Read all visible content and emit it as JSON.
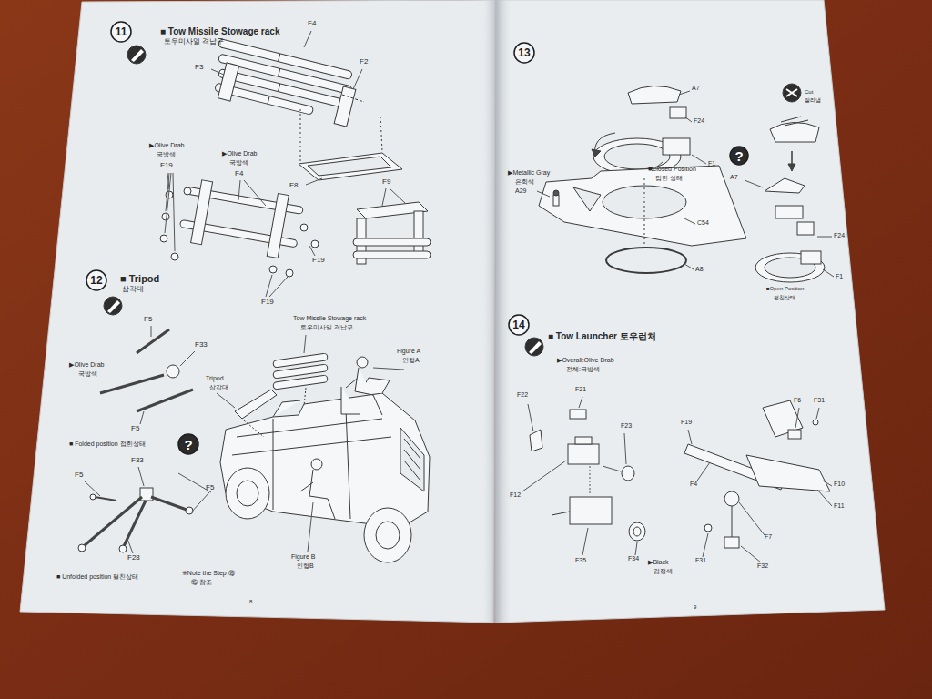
{
  "diagram": {
    "nodes": [
      {
        "text": [
          "11"
        ]
      },
      {
        "text": [
          "12"
        ]
      },
      {
        "text": [
          "?"
        ]
      },
      {
        "text": [
          "13"
        ]
      },
      {
        "text": [
          "?"
        ]
      },
      {
        "text": [
          "14"
        ]
      }
    ],
    "labels": [
      "■ Tow Missile Stowage rack",
      "토우미사일 격납구",
      "F4",
      "F3",
      "F2",
      "F8",
      "▶Olive Drab",
      "국방색",
      "F19",
      "▶Olive Drab",
      "국방색",
      "F4",
      "F9",
      "F19",
      "F19",
      "■ Tripod",
      "삼각대",
      "Tow Missile Stowage rack",
      "토우미사일 격납구",
      "F5",
      "F33",
      "▶Olive Drab",
      "국방색",
      "Tripod",
      "삼각대",
      "Figure A",
      "인형A",
      "F5",
      "■ Folded position 접힌상태",
      "F5",
      "F33",
      "F5",
      "F28",
      "Figure B",
      "인형B",
      "■ Unfolded position 펼친상태",
      "※Note the Step ⑮",
      "⑮ 참조",
      "8",
      "A7",
      "F24",
      "F1",
      "▶Metallic Gray",
      "은회색",
      "A29",
      "■Closed Position",
      "접힌 상태",
      "C54",
      "A8",
      "Cut",
      "잘라냄",
      "A7",
      "F24",
      "F1",
      "■Open Position",
      "펼친상태",
      "■ Tow Launcher 토우런처",
      "▶Overall:Olive Drab",
      "전체:국방색",
      "F22",
      "F21",
      "F23",
      "F12",
      "F35",
      "F34",
      "▶Black",
      "검정색",
      "F19",
      "F6",
      "F31",
      "F10",
      "F11",
      "F4",
      "F7",
      "F31",
      "F32",
      "9"
    ]
  }
}
